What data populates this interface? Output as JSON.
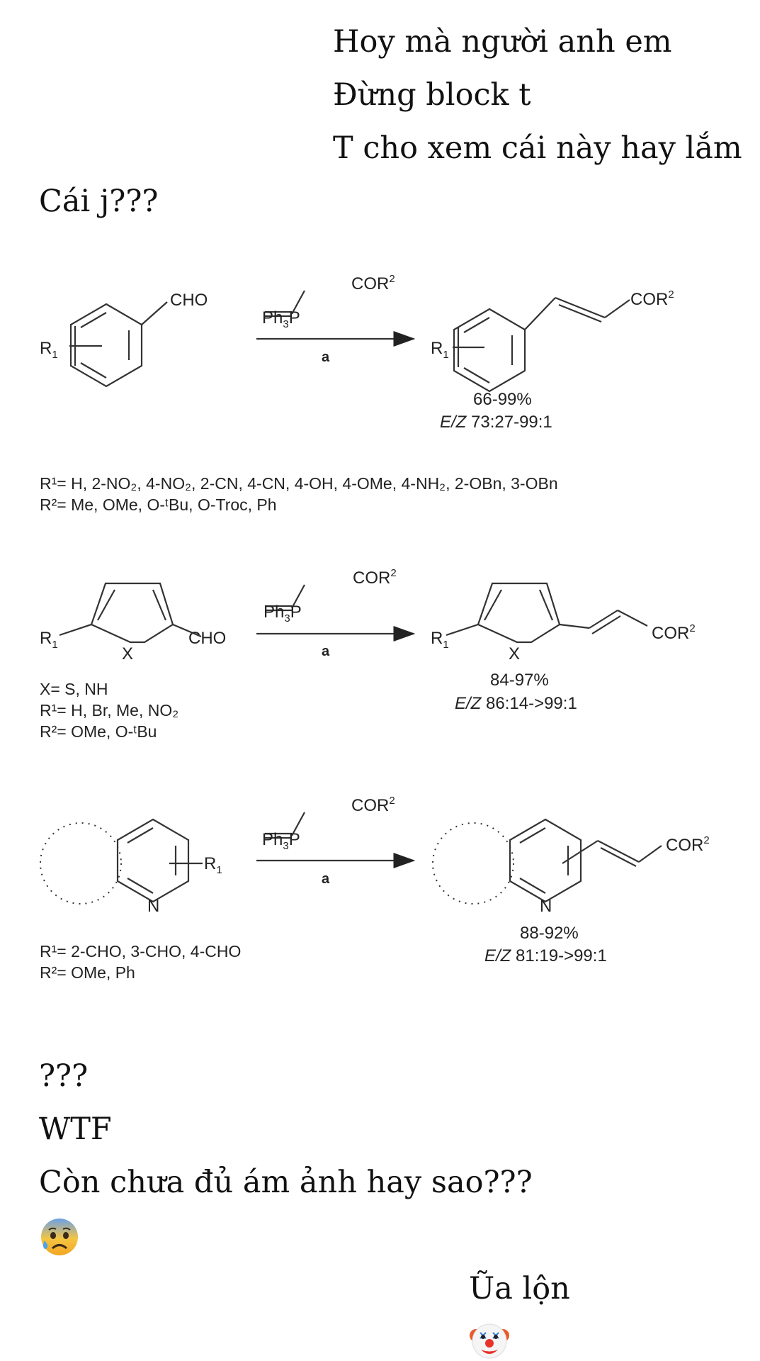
{
  "messages": {
    "m1": "Hoy mà người anh em",
    "m2": "Đừng block t",
    "m3": "T cho xem cái này hay lắm",
    "m4": "Cái j???",
    "m5": "???",
    "m6": "WTF",
    "m7": "Còn chưa đủ ám ảnh hay sao???",
    "m8": "Ũa lộn"
  },
  "emojis": {
    "fearful": "anxious-face-with-sweat-icon",
    "clown": "clown-face-icon"
  },
  "scheme": {
    "reagent_top": "COR",
    "reagent_sup": "2",
    "reagent_left": "Ph",
    "reagent_sub": "3",
    "reagent_p": "P",
    "arrow_label": "a",
    "r1": {
      "cho": "CHO",
      "r": "R",
      "r_sub": "1",
      "prod_cor": "COR",
      "prod_sup": "2",
      "yield": "66-99%",
      "ez_label": "E/Z",
      "ez_value": " 73:27-99:1",
      "sub1_line": "R¹= H, 2-NO₂, 4-NO₂, 2-CN, 4-CN, 4-OH, 4-OMe, 4-NH₂, 2-OBn, 3-OBn",
      "sub2_line": "R²= Me, OMe, O-ᵗBu, O-Troc, Ph"
    },
    "r2": {
      "cho": "CHO",
      "x": "X",
      "r": "R",
      "r_sub": "1",
      "prod_cor": "COR",
      "prod_sup": "2",
      "yield": "84-97%",
      "ez_label": "E/Z",
      "ez_value": " 86:14->99:1",
      "x_line": "X= S, NH",
      "sub1_line": "R¹= H, Br, Me, NO₂",
      "sub2_line": "R²= OMe, O-ᵗBu"
    },
    "r3": {
      "n": "N",
      "r": "R",
      "r_sub": "1",
      "prod_cor": "COR",
      "prod_sup": "2",
      "yield": "88-92%",
      "ez_label": "E/Z",
      "ez_value": " 81:19->99:1",
      "sub1_line": "R¹= 2-CHO, 3-CHO, 4-CHO",
      "sub2_line": "R²= OMe, Ph"
    }
  }
}
